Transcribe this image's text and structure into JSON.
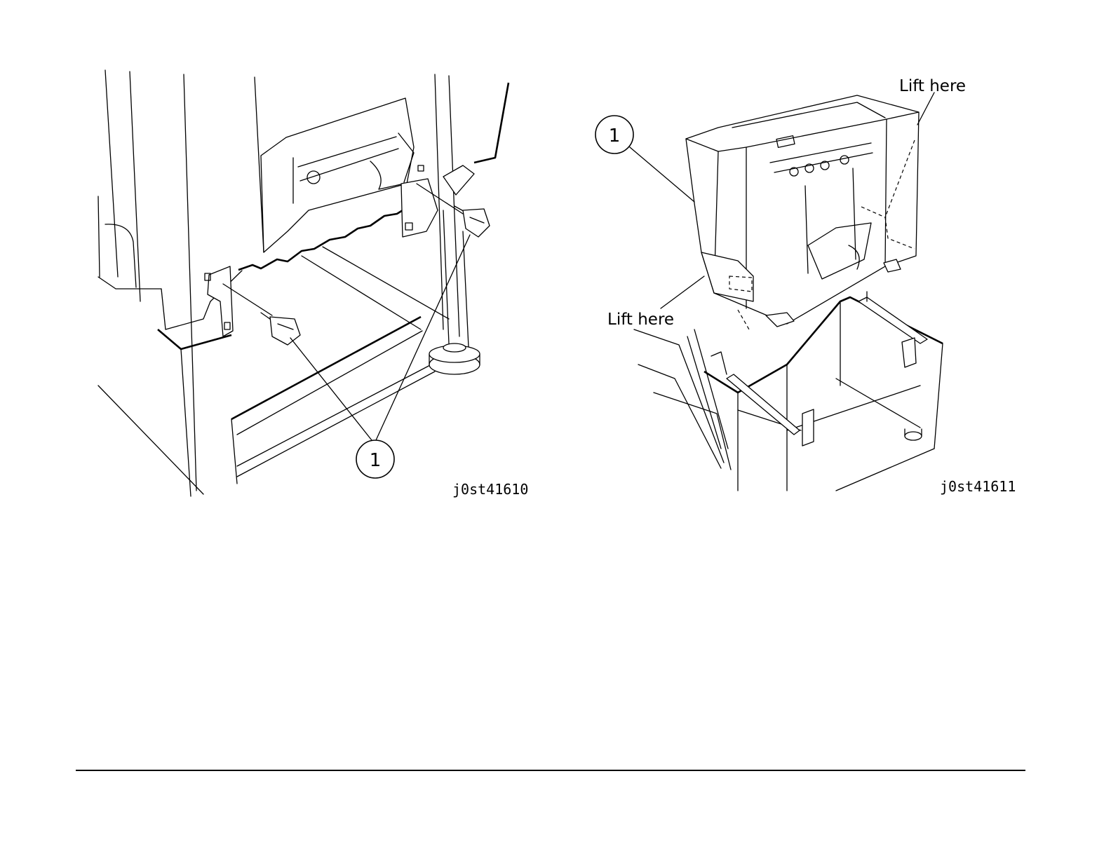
{
  "left_figure": {
    "callout_number": "1",
    "figure_code": "j0st41610"
  },
  "right_figure": {
    "callout_number": "1",
    "lift_label_top": "Lift here",
    "lift_label_bottom": "Lift here",
    "figure_code": "j0st41611"
  },
  "colors": {
    "line": "#000000",
    "background": "#ffffff"
  }
}
